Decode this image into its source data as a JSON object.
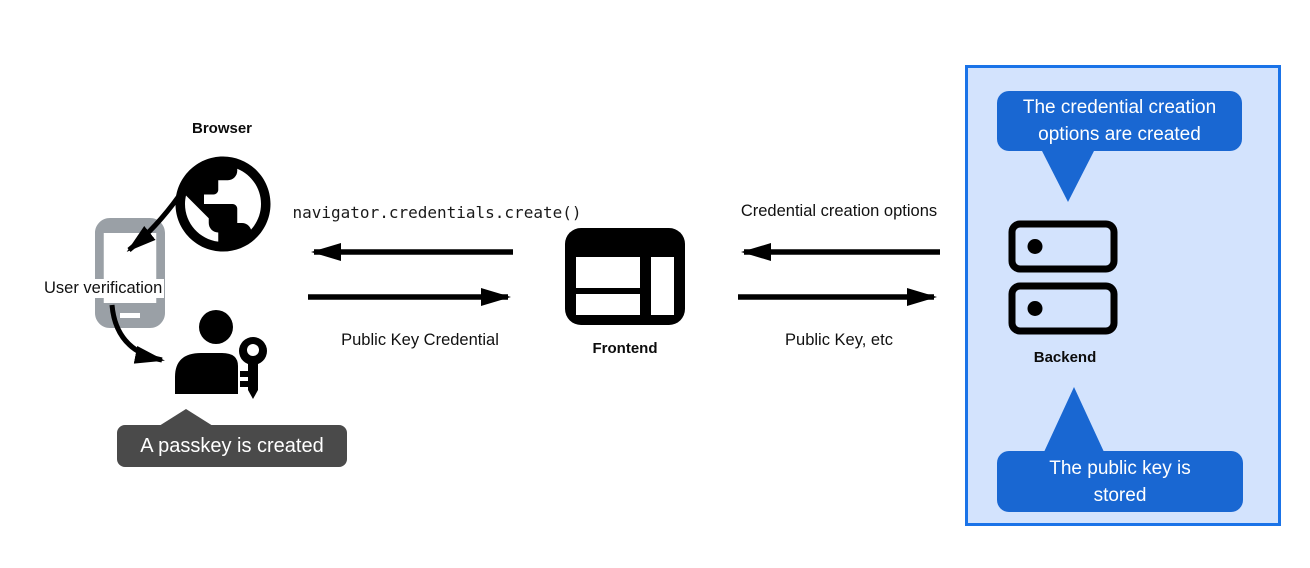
{
  "colors": {
    "callout_blue": "#1967d2",
    "box_border_blue": "#1a73e8",
    "box_fill_light_blue": "#d3e3fd",
    "callout_dark_gray": "#4a4a4a",
    "phone_gray": "#9aa0a6",
    "icon_black": "#000000"
  },
  "icons": {
    "browser": "globe-icon",
    "verification_device": "smartphone-icon",
    "passkey_user": "person-key-icon",
    "frontend": "browser-window-icon",
    "backend": "server-stack-icon"
  },
  "left": {
    "browser_label": "Browser",
    "user_verification_label": "User verification",
    "passkey_callout": "A passkey is created"
  },
  "middle": {
    "api_call": "navigator.credentials.create()",
    "to_frontend_label": "Public Key Credential",
    "frontend_label": "Frontend"
  },
  "right": {
    "from_backend_label": "Credential creation options",
    "to_backend_label": "Public Key, etc",
    "backend_label": "Backend",
    "options_callout": "The credential creation\noptions are created",
    "stored_callout": "The public key is\nstored"
  }
}
